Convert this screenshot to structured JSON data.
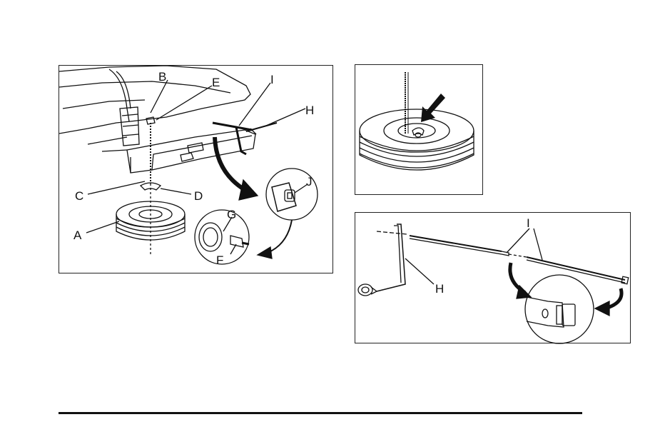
{
  "figures": {
    "left": {
      "labels": {
        "A": "A",
        "B": "B",
        "C": "C",
        "D": "D",
        "E": "E",
        "F": "F",
        "G": "G",
        "H": "H",
        "I": "I",
        "J": "J"
      }
    },
    "right_top": {},
    "right_bottom": {
      "labels": {
        "H": "H",
        "I": "I"
      }
    }
  },
  "colors": {
    "line": "#111111",
    "background": "#ffffff"
  }
}
